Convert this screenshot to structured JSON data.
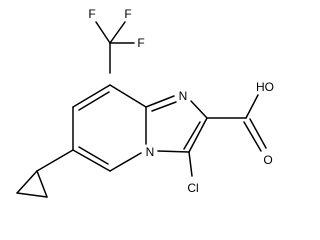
{
  "molecule": {
    "atom_labels": {
      "f_top_left": "F",
      "f_top_right": "F",
      "f_bottom": "F",
      "n_imine": "N",
      "n_bridge": "N",
      "oh": "HO",
      "o_carbonyl": "O",
      "cl": "Cl"
    }
  }
}
